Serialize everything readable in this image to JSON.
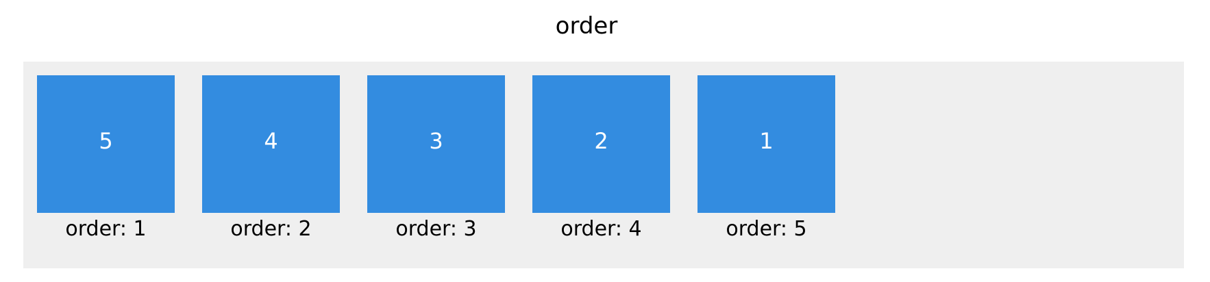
{
  "title": "order",
  "items": [
    {
      "number": "5",
      "label": "order: 1"
    },
    {
      "number": "4",
      "label": "order: 2"
    },
    {
      "number": "3",
      "label": "order: 3"
    },
    {
      "number": "2",
      "label": "order: 4"
    },
    {
      "number": "1",
      "label": "order: 5"
    }
  ],
  "colors": {
    "box": "#338ce0",
    "container": "#efefef",
    "box_text": "#ffffff"
  }
}
